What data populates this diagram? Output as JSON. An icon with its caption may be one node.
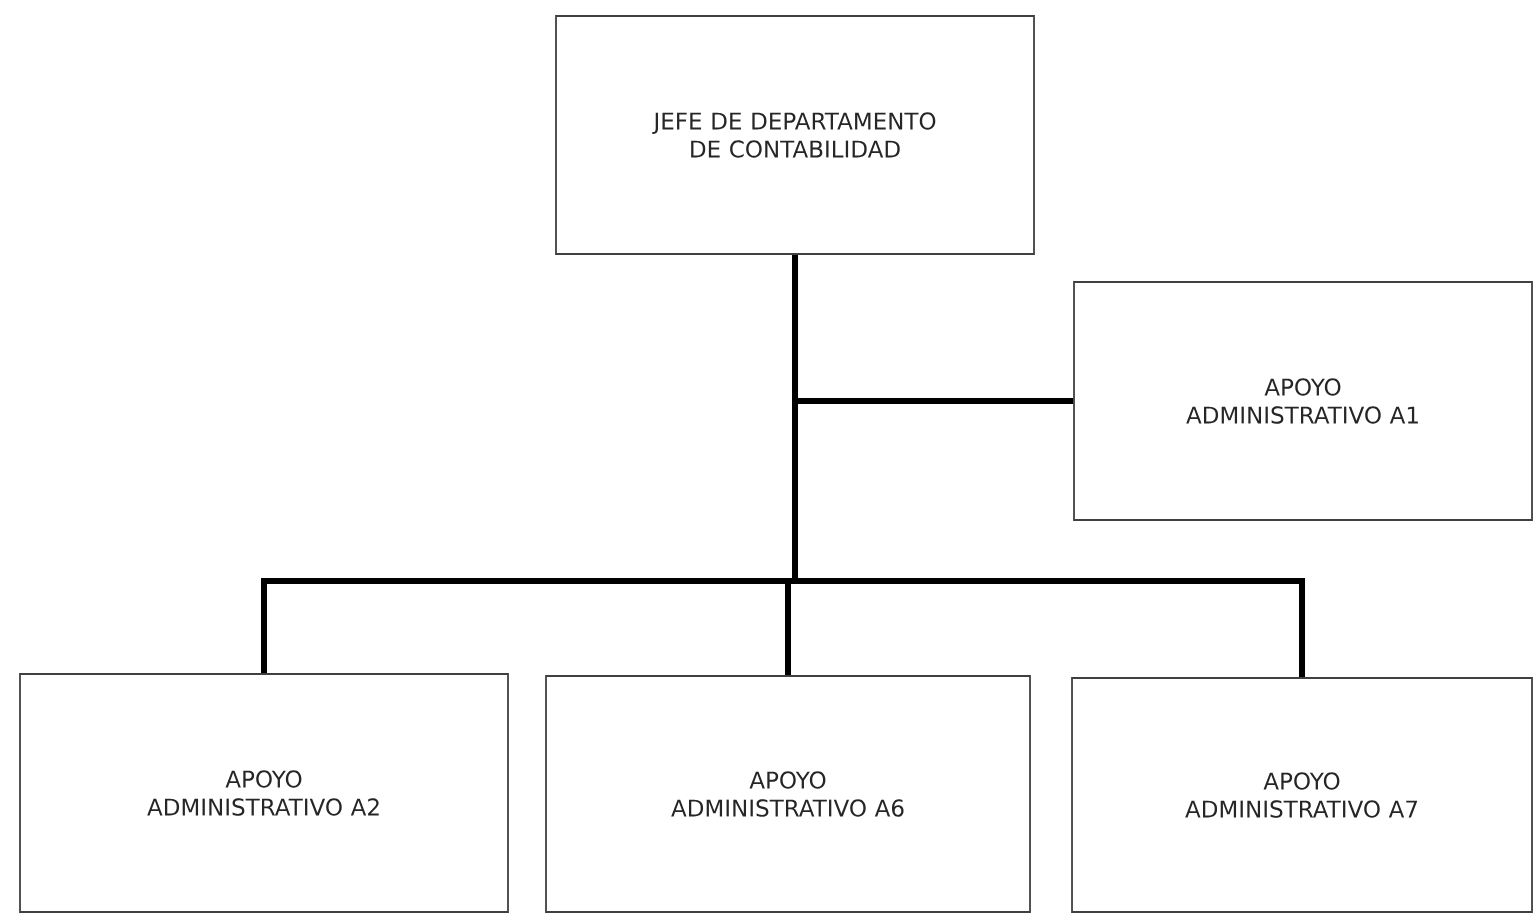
{
  "diagram": {
    "nodes": [
      {
        "text": [
          "JEFE DE DEPARTAMENTO DE CONTABILIDAD"
        ]
      },
      {
        "text": [
          "APOYO ADMINISTRATIVO A1"
        ]
      },
      {
        "text": [
          "APOYO ADMINISTRATIVO A2"
        ]
      },
      {
        "text": [
          "APOYO ADMINISTRATIVO A6"
        ]
      },
      {
        "text": [
          "APOYO ADMINISTRATIVO A7"
        ]
      }
    ],
    "edges": [
      {
        "from": 0,
        "to": 1,
        "arrow": "none"
      },
      {
        "from": 0,
        "to": 2,
        "arrow": "none"
      },
      {
        "from": 0,
        "to": 3,
        "arrow": "none"
      },
      {
        "from": 0,
        "to": 4,
        "arrow": "none"
      }
    ]
  }
}
